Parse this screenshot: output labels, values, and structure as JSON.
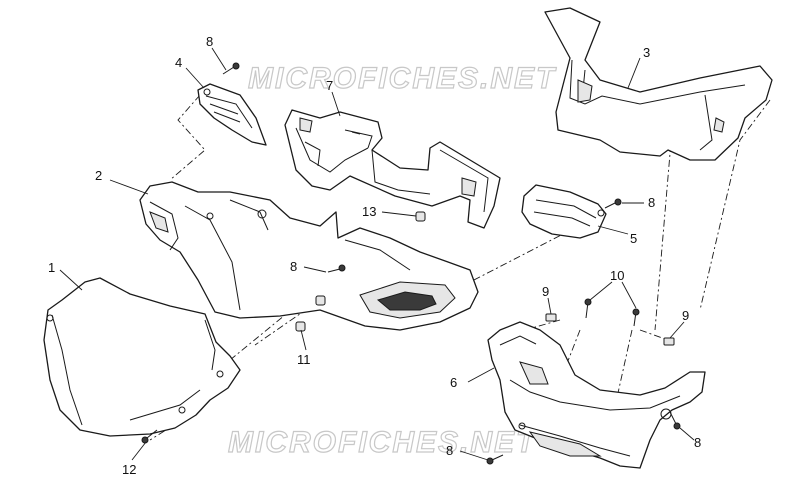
{
  "watermarks": [
    "MICROFICHES.NET",
    "MICROFICHES.NET"
  ],
  "callouts": [
    {
      "id": "c1",
      "label": "1"
    },
    {
      "id": "c2",
      "label": "2"
    },
    {
      "id": "c3",
      "label": "3"
    },
    {
      "id": "c4",
      "label": "4"
    },
    {
      "id": "c5",
      "label": "5"
    },
    {
      "id": "c6",
      "label": "6"
    },
    {
      "id": "c7",
      "label": "7"
    },
    {
      "id": "c8a",
      "label": "8"
    },
    {
      "id": "c8b",
      "label": "8"
    },
    {
      "id": "c8c",
      "label": "8"
    },
    {
      "id": "c8d",
      "label": "8"
    },
    {
      "id": "c8e",
      "label": "8"
    },
    {
      "id": "c9a",
      "label": "9"
    },
    {
      "id": "c9b",
      "label": "9"
    },
    {
      "id": "c10",
      "label": "10"
    },
    {
      "id": "c11",
      "label": "11"
    },
    {
      "id": "c12",
      "label": "12"
    },
    {
      "id": "c13",
      "label": "13"
    }
  ]
}
